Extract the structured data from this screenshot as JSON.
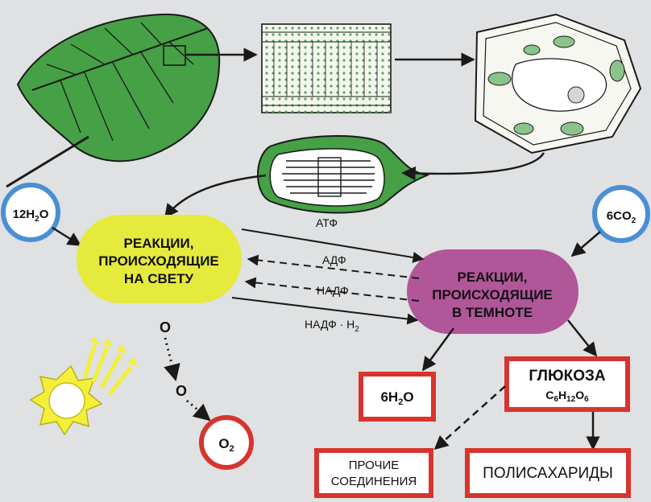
{
  "colors": {
    "background": "#dfe1e3",
    "light_reactions_fill": "#e5ea3c",
    "dark_reactions_fill": "#b2569a",
    "water_co2_circle": "#4a8fd6",
    "product_border": "#d7342f",
    "leaf_green": "#45a046",
    "sun_yellow": "#f4ef3a"
  },
  "icons": [
    "leaf-icon",
    "leaf-cross-section-icon",
    "plant-cell-icon",
    "chloroplast-icon",
    "sun-icon"
  ],
  "reagents": {
    "water": {
      "main": "12H",
      "sub": "2",
      "tail": "O"
    },
    "co2": {
      "main": "6CO",
      "sub": "2"
    }
  },
  "light_reactions": {
    "line1": "РЕАКЦИИ,",
    "line2": "ПРОИСХОДЯЩИЕ",
    "line3": "НА СВЕТУ"
  },
  "dark_reactions": {
    "line1": "РЕАКЦИИ,",
    "line2": "ПРОИСХОДЯЩИЕ",
    "line3": "В ТЕМНОТЕ"
  },
  "flows": {
    "atp": "АТФ",
    "adp": "АДФ",
    "nadp": "НАДФ",
    "nadph": "НАДФ · Н",
    "nadph_sub": "2"
  },
  "oxygen": {
    "atom": "О",
    "molecule": "О",
    "molecule_sub": "2"
  },
  "products": {
    "water": {
      "main": "6H",
      "sub": "2",
      "tail": "O"
    },
    "glucose": {
      "name": "ГЛЮКОЗА",
      "formula": [
        "C",
        "6",
        "H",
        "12",
        "O",
        "6"
      ]
    },
    "other": {
      "line1": "ПРОЧИЕ",
      "line2": "СОЕДИНЕНИЯ"
    },
    "polysaccharides": "ПОЛИСАХАРИДЫ"
  }
}
